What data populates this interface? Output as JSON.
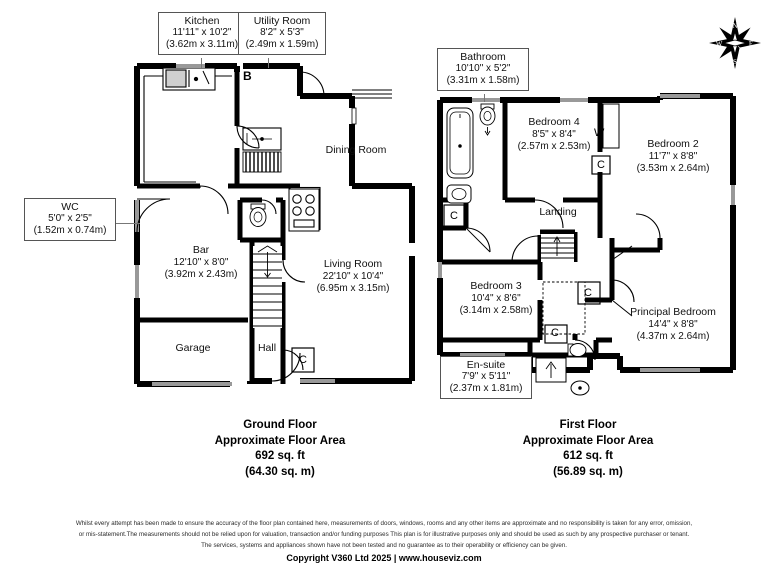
{
  "document": {
    "title": "Floor Plan",
    "compass": {
      "name": "compass-rose",
      "north": "N",
      "east": "E",
      "south": "S",
      "west": "W"
    }
  },
  "ground_floor": {
    "caption": {
      "floor_name": "Ground Floor",
      "area_label": "Approximate Floor Area",
      "area_sqft": "692 sq. ft",
      "area_sqm": "(64.30 sq. m)"
    },
    "rooms": [
      {
        "id": "kitchen",
        "name": "Kitchen",
        "dim_imperial": "11'11\" x 10'2\"",
        "dim_metric": "(3.62m x 3.11m)"
      },
      {
        "id": "utility-room",
        "name": "Utility Room",
        "dim_imperial": "8'2\" x 5'3\"",
        "dim_metric": "(2.49m x 1.59m)"
      },
      {
        "id": "wc",
        "name": "WC",
        "dim_imperial": "5'0\" x 2'5\"",
        "dim_metric": "(1.52m x 0.74m)"
      },
      {
        "id": "dining-room",
        "name": "Dining Room",
        "dim_imperial": "",
        "dim_metric": ""
      },
      {
        "id": "bar",
        "name": "Bar",
        "dim_imperial": "12'10\" x 8'0\"",
        "dim_metric": "(3.92m x 2.43m)"
      },
      {
        "id": "living-room",
        "name": "Living Room",
        "dim_imperial": "22'10\" x 10'4\"",
        "dim_metric": "(6.95m x 3.15m)"
      },
      {
        "id": "garage",
        "name": "Garage",
        "dim_imperial": "",
        "dim_metric": ""
      },
      {
        "id": "hall",
        "name": "Hall",
        "dim_imperial": "",
        "dim_metric": ""
      }
    ],
    "markers": [
      {
        "id": "boiler",
        "label": "B"
      },
      {
        "id": "cupboard-hall",
        "label": "C"
      }
    ]
  },
  "first_floor": {
    "caption": {
      "floor_name": "First Floor",
      "area_label": "Approximate Floor Area",
      "area_sqft": "612 sq. ft",
      "area_sqm": "(56.89 sq. m)"
    },
    "rooms": [
      {
        "id": "bathroom",
        "name": "Bathroom",
        "dim_imperial": "10'10\" x 5'2\"",
        "dim_metric": "(3.31m x 1.58m)"
      },
      {
        "id": "bedroom-4",
        "name": "Bedroom 4",
        "dim_imperial": "8'5\" x 8'4\"",
        "dim_metric": "(2.57m x 2.53m)"
      },
      {
        "id": "bedroom-2",
        "name": "Bedroom 2",
        "dim_imperial": "11'7\" x 8'8\"",
        "dim_metric": "(3.53m x 2.64m)"
      },
      {
        "id": "landing",
        "name": "Landing",
        "dim_imperial": "",
        "dim_metric": ""
      },
      {
        "id": "bedroom-3",
        "name": "Bedroom 3",
        "dim_imperial": "10'4\" x 8'6\"",
        "dim_metric": "(3.14m x 2.58m)"
      },
      {
        "id": "principal-bedroom",
        "name": "Principal Bedroom",
        "dim_imperial": "14'4\" x 8'8\"",
        "dim_metric": "(4.37m x 2.64m)"
      },
      {
        "id": "en-suite",
        "name": "En-suite",
        "dim_imperial": "7'9\" x 5'11\"",
        "dim_metric": "(2.37m x 1.81m)"
      }
    ],
    "markers": [
      {
        "id": "wardrobe-bedroom4",
        "label": "W"
      },
      {
        "id": "cupboard-bathroom",
        "label": "C"
      },
      {
        "id": "cupboard-bedroom2",
        "label": "C"
      },
      {
        "id": "cupboard-landing",
        "label": "C"
      },
      {
        "id": "cupboard-bedroom3",
        "label": "C"
      },
      {
        "id": "cupboard-ensuite",
        "label": "C"
      }
    ]
  },
  "footer": {
    "line1": "Whilst every attempt has been made to ensure the accuracy of the floor plan contained here, measurements of doors, windows, rooms and any other items are approximate and no responsibility is taken for any error, omission,",
    "line2": "or mis-statement.The measurements should not be relied upon for valuation, transaction and/or funding purposes This plan is for illustrative purposes only and should be used as such by any prospective purchaser or tenant.",
    "line3": "The services, systems and appliances shown have not been tested and no guarantee as to their operability or efficiency can be given.",
    "copyright": "Copyright V360 Ltd 2025 | www.houseviz.com"
  }
}
